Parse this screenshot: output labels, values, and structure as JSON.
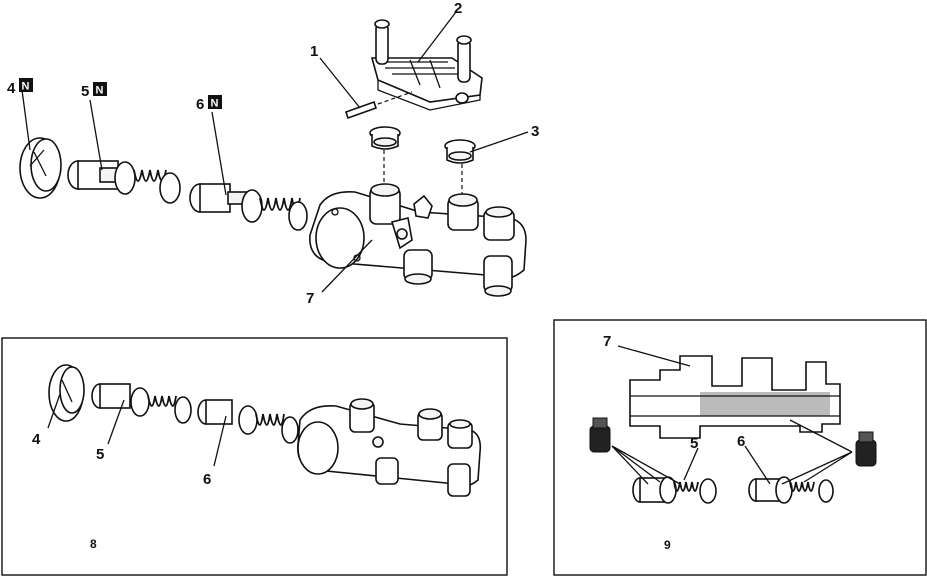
{
  "main": {
    "labels": {
      "p1": "1",
      "p2": "2",
      "p3": "3",
      "p4": "4",
      "p5": "5",
      "p6": "6",
      "p7": "7"
    },
    "n_mark": "N"
  },
  "panel_8": {
    "caption": "8",
    "labels": {
      "p4": "4",
      "p5": "5",
      "p6": "6"
    }
  },
  "panel_9": {
    "caption": "9",
    "labels": {
      "p7": "7",
      "p5": "5",
      "p6": "6"
    }
  }
}
